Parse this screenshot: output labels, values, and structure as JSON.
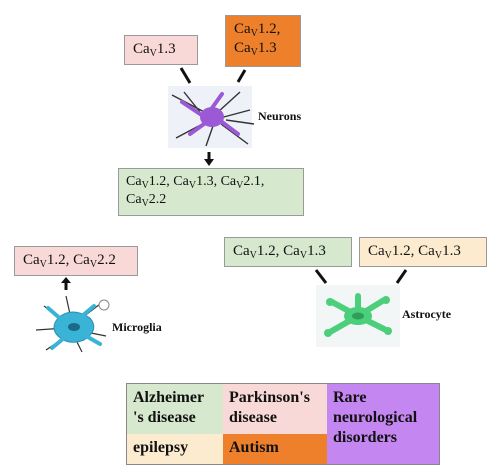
{
  "boxes": {
    "neuron_left": {
      "ca": "Ca",
      "sub": "V",
      "rest": "1.3"
    },
    "neuron_right_line1": {
      "ca": "Ca",
      "sub": "V",
      "rest": "1.2,"
    },
    "neuron_right_line2": {
      "ca": "Ca",
      "sub": "V",
      "rest": "1.3"
    },
    "neuron_bottom": {
      "p1": "Ca",
      "s1": "V",
      "r1": "1.2, ",
      "p2": "Ca",
      "s2": "V",
      "r2": "1.3, ",
      "p3": "Ca",
      "s3": "V",
      "r3": "2.1,",
      "p4": "Ca",
      "s4": "V",
      "r4": "2.2"
    },
    "microglia": {
      "p1": "Ca",
      "s1": "V",
      "r1": "1.2, ",
      "p2": "Ca",
      "s2": "V",
      "r2": "2.2"
    },
    "astro_left": {
      "p1": "Ca",
      "s1": "V",
      "r1": "1.2, ",
      "p2": "Ca",
      "s2": "V",
      "r2": "1.3"
    },
    "astro_right": {
      "p1": "Ca",
      "s1": "V",
      "r1": "1.2, ",
      "p2": "Ca",
      "s2": "V",
      "r2": "1.3"
    }
  },
  "cells": {
    "neurons_label": "Neurons",
    "microglia_label": "Microglia",
    "astrocyte_label": "Astrocyte"
  },
  "diseases": {
    "alzheimer": "Alzheimer 's disease",
    "parkinson": "Parkinson's disease",
    "rare": "Rare neurological disorders",
    "epilepsy": "epilepsy",
    "autism": "Autism"
  },
  "colors": {
    "pink": "#f8d9d7",
    "orange": "#ee7f2b",
    "green": "#d6e8cd",
    "cream": "#fdebd0",
    "violet": "#c487f2",
    "neuron": "#9b59d6",
    "microglia": "#3ab4d6",
    "astrocyte": "#4ccf7a"
  }
}
